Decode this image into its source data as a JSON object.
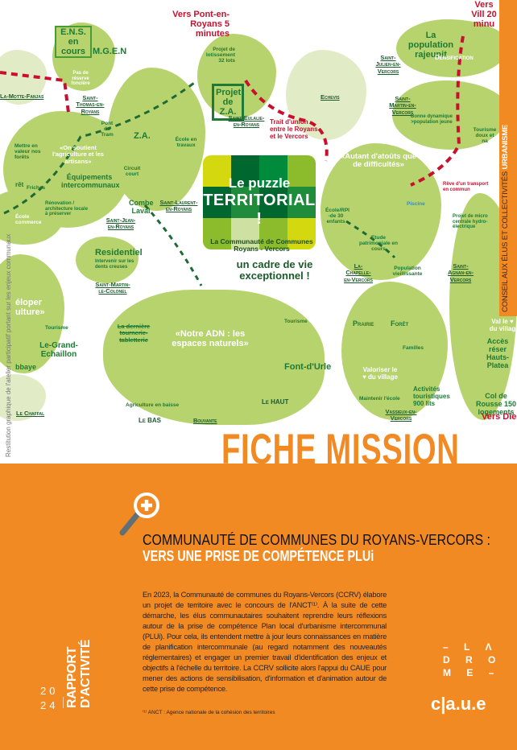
{
  "map": {
    "labels": {
      "ens": "E.N.S. en cours",
      "mgen": "M.G.E.N",
      "pas_reserve": "Pas de réserve foncière",
      "la_motte": "La-Motte-Fanjas",
      "st_thomas": "Saint-Thomas-en-Royans",
      "vers_pont": "Vers Pont-en-Royans 5 minutes",
      "lotissement": "Projet de lotissement 32 lots",
      "projet_za": "Projet de Z.A.",
      "st_eulalie": "Saint-Eulalie-en-Royans",
      "trait_union": "Trait d'union entre le Royans et le Vercors",
      "echevis": "Echevis",
      "pont_tram": "Pont du Tram",
      "za": "Z.A.",
      "ecole_travaux": "École en travaux",
      "on_soutient": "«On soutient l'agriculture et les artisans»",
      "mettre_valeur": "Mettre en valeur nos forêts",
      "equipements": "Équipements intercommunaux",
      "circuit": "Circuit court",
      "friches": "Friches",
      "renovation": "Rénovation / architecture locale à préserver",
      "combe_laval": "Combe Laval",
      "st_jean": "Saint-Jean-en-Royans",
      "st_laurent": "Saint-Laurent-en-Royans",
      "residentiel": "Residentiel",
      "dents_creuses": "Intervenir sur les dents creuses",
      "st_martin_colonel": "Saint-Martin-le-Colonel",
      "tourisme_left": "Tourisme",
      "grand_echaillon": "Le-Grand-Echaillon",
      "le_chaffal": "Le Chaffal",
      "derniere": "La dernière tournerie-tabletterie",
      "notre_adn": "«Notre ADN : les espaces naturels»",
      "agriculture_baisse": "Agriculture en baisse",
      "le_bas": "Le BAS",
      "bouvante": "Bouvante",
      "tourisme_mid": "Tourisme",
      "font_urle": "Font-d'Urle",
      "le_haut": "Le HAUT",
      "population_rajeunit": "La population rajeunit",
      "st_julien": "Saint-Julien-en-Vercors",
      "densification": "Densification",
      "st_martin_vercors": "Saint-Martin-en-Vercors",
      "bonne_dynamique": "Bonne dynamique >population jeune",
      "tourisme_doux": "Tourisme doux et na",
      "vers_villard": "Vers Vill 20 minu",
      "autant": "«Autant d'atoûts que de difficultés»",
      "reve_transport": "Rêve d'un transport en commun",
      "piscine": "Piscine",
      "ecole_rpi": "École/RPI -de 30 enfants",
      "etude": "Etude patrimoniale en cours",
      "la_chapelle": "La-Chapelle-en-Vercors",
      "population_vieill": "Population vieillissante",
      "micro_centrale": "Projet de micro centrale hydro-électrique",
      "st_agnan": "Saint-Agnan-en-Vercors",
      "prairie": "Prairie",
      "foret": "Forêt",
      "familles": "Familles",
      "valoriser": "Valoriser le ♥ du village",
      "maintenir": "Maintenir l'école",
      "activites": "Activités touristiques 900 lits",
      "vassieux": "Vassieux-en-Vercors",
      "valoriser_right": "Val le ♥ du villag",
      "acces": "Accès réser Hauts-Platea",
      "col_rousset": "Col de Rousse 150 logements",
      "vers_die": "Vers Die",
      "ecole_left": "École commerce",
      "developper": "éloper ulture»",
      "abbaye": "bbaye",
      "foret_left": "rêt"
    }
  },
  "puzzle": {
    "line1": "Le puzzle",
    "line2": "TERRITORIAL !",
    "subtitle": "La Communauté de Communes Royans - Vercors",
    "tagline": "un cadre de vie exceptionnel !"
  },
  "side_strip": {
    "text": "CONSEIL AUX ÉLUS ET COLLECTIVITÉS",
    "highlight": "URBANISME"
  },
  "credit": "Restitution graphique de l'atelier participatif portant sur les enjeux communaux",
  "heading": "FICHE MISSION",
  "article": {
    "icon": "magnifier-plus-icon",
    "title": "COMMUNAUTÉ DE COMMUNES DU ROYANS-VERCORS :",
    "subtitle": "VERS UNE PRISE DE COMPÉTENCE PLUi",
    "body": "En 2023, la Communauté de communes du Royans-Vercors (CCRV) élabore un projet de territoire avec le concours de l'ANCT⁽¹⁾. À la suite de cette démarche, les élus communautaires souhaitent reprendre leurs réflexions autour de la prise de compétence Plan local d'urbanisme intercommunal (PLUi). Pour cela, ils entendent mettre à jour leurs connaissances en matière de planification intercommunale (au regard notamment des nouveautés réglementaires) et engager un premier travail d'identification des enjeux et objectifs à l'échelle du territoire. La CCRV sollicite alors l'appui du CAUE pour mener des actions de sensibilisation, d'information et d'animation autour de cette prise de compétence.",
    "footnote": "⁽¹⁾ ANCT : Agence nationale de la cohésion des territoires"
  },
  "report": {
    "year": "20 24",
    "title": "RAPPORT D'ACTIVITÉ"
  },
  "logos": {
    "drome": "– L Λ\nD R O\nM E –",
    "caue": "c|a.u.e"
  },
  "colors": {
    "orange": "#f28a24",
    "green": "#b7d36e",
    "dark_green": "#1e7a34",
    "red": "#c8102e"
  }
}
